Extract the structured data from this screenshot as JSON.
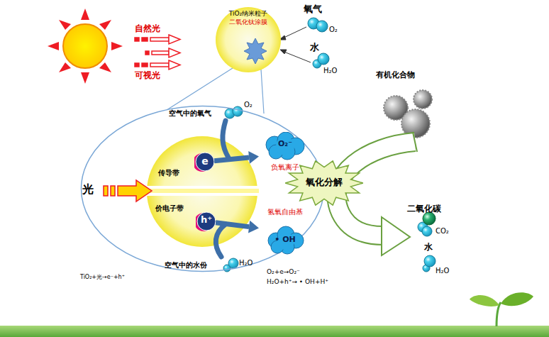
{
  "diagram": {
    "nodes": [
      {
        "text": [
          "TiO₂纳米粒子",
          "二氧化钛涂膜"
        ]
      },
      {
        "text": [
          "传导带",
          "价电子带"
        ]
      },
      {
        "text": [
          "e"
        ],
        "in": 1
      },
      {
        "text": [
          "O₂⁻",
          "负氧离子"
        ],
        "in": 1
      },
      {
        "text": [
          "h⁺"
        ],
        "in": 1
      },
      {
        "text": [
          "氢氧自由基",
          "• OH"
        ],
        "in": 1
      },
      {
        "text": [
          "氧化分解"
        ]
      }
    ],
    "edges": [
      {
        "from": 2,
        "to": 3,
        "arrow": "to"
      },
      {
        "from": 4,
        "to": 5,
        "arrow": "to"
      }
    ],
    "labels": [
      "自然光",
      "可视光",
      "氧气",
      "O₂",
      "水",
      "H₂O",
      "有机化合物",
      "空气中的氧气",
      "O₂",
      "光",
      "空气中的水份",
      "H₂O",
      "TiO₂+光→e⁻+h⁺",
      "O₂+e→O₂⁻",
      "H₂O+h⁺→ • OH+H⁺",
      "二氧化碳",
      "CO₂",
      "水",
      "H₂O"
    ]
  }
}
